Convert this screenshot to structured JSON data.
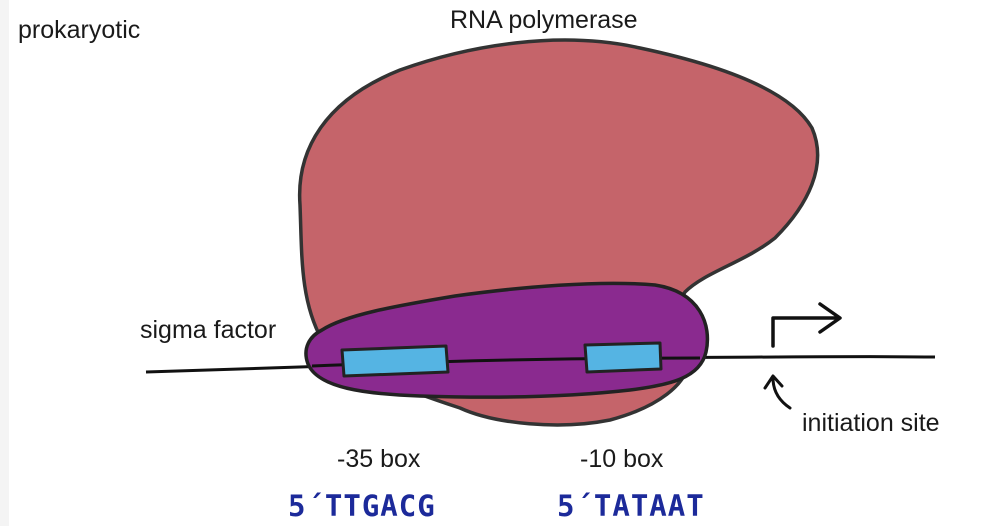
{
  "labels": {
    "corner": "prokaryotic",
    "polymerase": "RNA polymerase",
    "sigma": "sigma factor",
    "initiation": "initiation site",
    "box35": "-35 box",
    "box10": "-10 box"
  },
  "sequences": {
    "box35": "5´TTGACG",
    "box10": "5´TATAAT"
  },
  "colors": {
    "polymerase": "#c5646a",
    "sigma": "#8a2a8f",
    "boxes": "#55b4e3",
    "outline": "#333333",
    "sequence_text": "#1c2a9a"
  }
}
